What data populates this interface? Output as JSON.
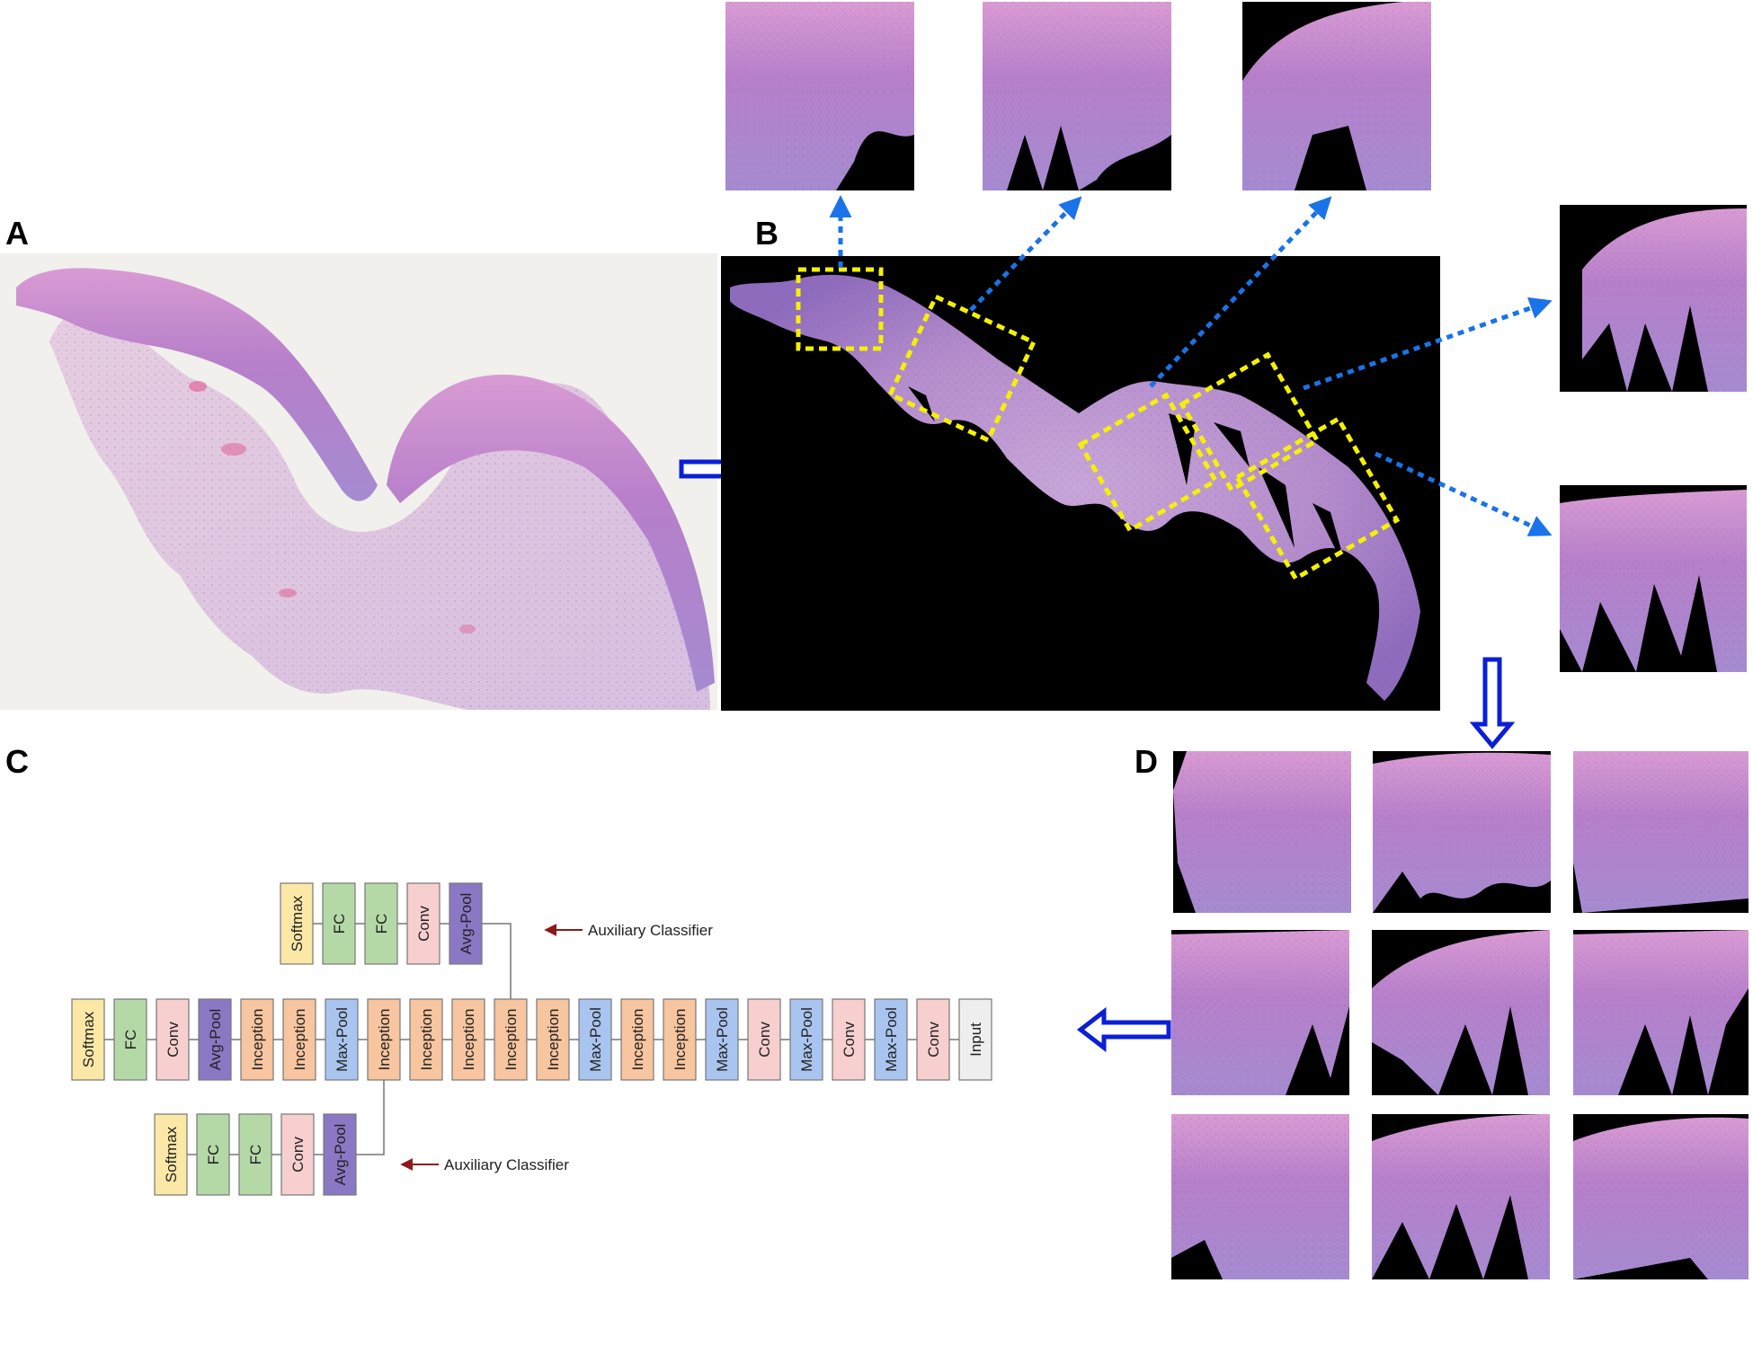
{
  "panel_labels": {
    "a": "A",
    "b": "B",
    "c": "C",
    "d": "D"
  },
  "colors": {
    "softmax": "#fbe8a6",
    "fc": "#b4d9a7",
    "conv": "#f7cfcf",
    "avg_pool": "#8b78c4",
    "inception": "#f7c59f",
    "max_pool": "#a9c4ef",
    "input": "#eeeeee",
    "arrow_blue": "#1a73e8",
    "hollow_arrow": "#0a1fd6",
    "crop_box": "#f5f100",
    "aux_arrow": "#8b1a1a",
    "tissue_pink": "#d9a1d6",
    "tissue_purple": "#9b74c4"
  },
  "architecture": {
    "main_chain": [
      "Softmax",
      "FC",
      "Conv",
      "Avg-Pool",
      "Inception",
      "Inception",
      "Max-Pool",
      "Inception",
      "Inception",
      "Inception",
      "Inception",
      "Inception",
      "Max-Pool",
      "Inception",
      "Inception",
      "Max-Pool",
      "Conv",
      "Max-Pool",
      "Conv",
      "Max-Pool",
      "Conv",
      "Input"
    ],
    "main_chain_types": [
      "softmax",
      "fc",
      "conv",
      "avg_pool",
      "inception",
      "inception",
      "max_pool",
      "inception",
      "inception",
      "inception",
      "inception",
      "inception",
      "max_pool",
      "inception",
      "inception",
      "max_pool",
      "conv",
      "max_pool",
      "conv",
      "max_pool",
      "conv",
      "input"
    ],
    "aux_top": [
      "Softmax",
      "FC",
      "FC",
      "Conv",
      "Avg-Pool"
    ],
    "aux_top_types": [
      "softmax",
      "fc",
      "fc",
      "conv",
      "avg_pool"
    ],
    "aux_bottom": [
      "Softmax",
      "FC",
      "FC",
      "Conv",
      "Avg-Pool"
    ],
    "aux_bottom_types": [
      "softmax",
      "fc",
      "fc",
      "conv",
      "avg_pool"
    ],
    "aux_top_label": "Auxiliary Classifier",
    "aux_bottom_label": "Auxiliary Classifier"
  }
}
